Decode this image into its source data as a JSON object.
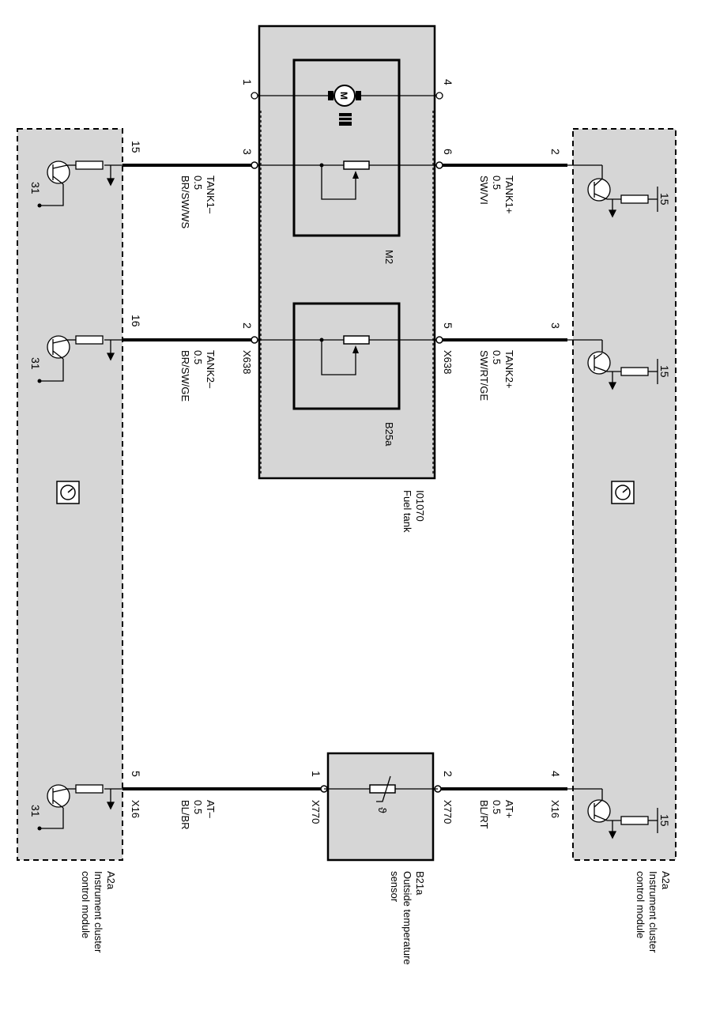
{
  "left_module": {
    "code": "A2a",
    "line1": "Instrument cluster",
    "line2": "control module",
    "ground": "31"
  },
  "right_module": {
    "code": "A2a",
    "line1": "Instrument cluster",
    "line2": "control module",
    "supply": "15"
  },
  "fuel_tank": {
    "code": "I01070",
    "name": "Fuel tank",
    "pump_label": "M2",
    "sender_label": "B25a",
    "connector": "X638"
  },
  "temp_sensor": {
    "code": "B21a",
    "line1": "Outside temperature",
    "line2": "sensor",
    "connector": "X770"
  },
  "cluster_connector": "X16",
  "tank_pins": {
    "pump_left": "1",
    "pump_right": "4",
    "t1_left": "3",
    "t1_right": "6",
    "t2_left": "2",
    "t2_right": "5"
  },
  "sensor_pins": {
    "left": "1",
    "right": "2"
  },
  "left_pins": {
    "tank1": "15",
    "tank2": "16",
    "at": "5"
  },
  "right_pins": {
    "tank1": "2",
    "tank2": "3",
    "at": "4"
  },
  "wires": {
    "tank1_minus": {
      "signal": "TANK1–",
      "size": "0.5",
      "color": "BR/SW/WS"
    },
    "tank1_plus": {
      "signal": "TANK1+",
      "size": "0.5",
      "color": "SW/VI"
    },
    "tank2_minus": {
      "signal": "TANK2–",
      "size": "0.5",
      "color": "BR/SW/GE"
    },
    "tank2_plus": {
      "signal": "TANK2+",
      "size": "0.5",
      "color": "SW/RT/GE"
    },
    "at_minus": {
      "signal": "AT–",
      "size": "0.5",
      "color": "BL/BR"
    },
    "at_plus": {
      "signal": "AT+",
      "size": "0.5",
      "color": "BL/RT"
    }
  },
  "motor_symbol": "M",
  "sensor_symbol": "ϑ"
}
